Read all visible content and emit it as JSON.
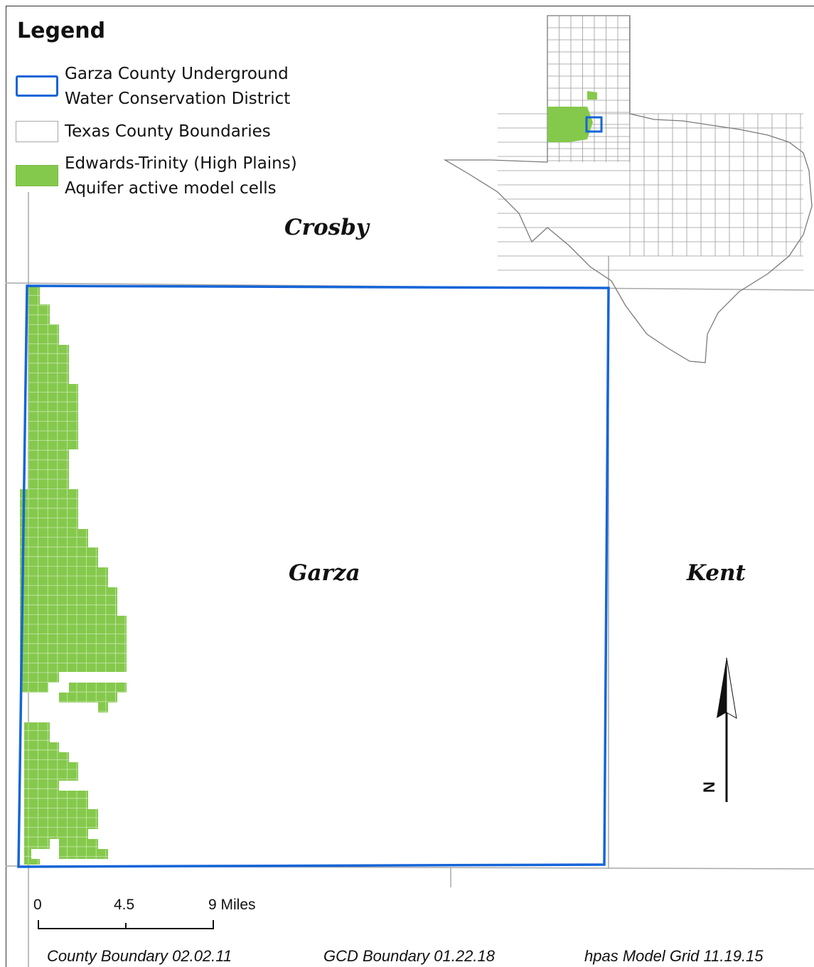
{
  "legend": {
    "title": "Legend",
    "items": [
      {
        "line1": "Garza County Underground",
        "line2": "Water Conservation District",
        "swatch": "outline-blue"
      },
      {
        "line1": "Texas County Boundaries",
        "line2": "",
        "swatch": "outline-gray"
      },
      {
        "line1": "Edwards-Trinity (High Plains)",
        "line2": "Aquifer active model cells",
        "swatch": "fill-green"
      }
    ]
  },
  "counties": {
    "north": "Crosby",
    "center": "Garza",
    "east": "Kent"
  },
  "scale_bar": {
    "ticks": [
      "0",
      "4.5",
      "9 Miles"
    ]
  },
  "north_arrow": {
    "label": "N"
  },
  "footer": {
    "county_boundary": "County Boundary 02.02.11",
    "gcd_boundary": "GCD Boundary 01.22.18",
    "model_grid": "hpas Model Grid 11.19.15"
  },
  "colors": {
    "district_outline": "#1565d8",
    "county_lines": "#a8a8a8",
    "aquifer_fill": "#85c94c",
    "grid_line": "#c9e6b0"
  }
}
